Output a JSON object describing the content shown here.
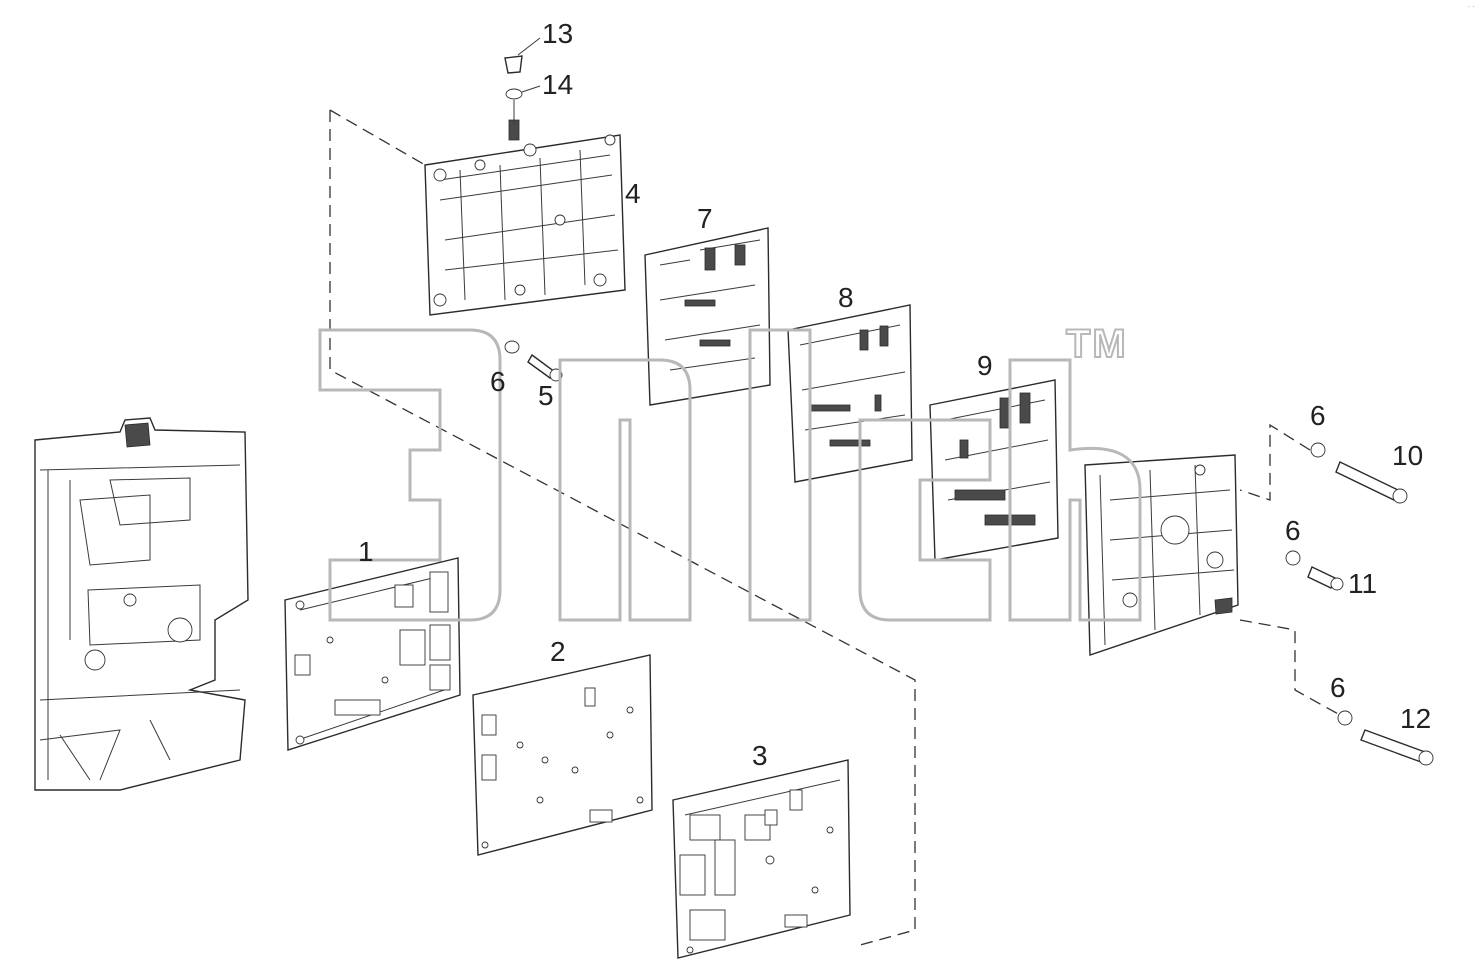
{
  "callouts": {
    "n1": "1",
    "n2": "2",
    "n3": "3",
    "n4": "4",
    "n5": "5",
    "n6a": "6",
    "n6b": "6",
    "n6c": "6",
    "n6d": "6",
    "n7": "7",
    "n8": "8",
    "n9": "9",
    "n10": "10",
    "n11": "11",
    "n12": "12",
    "n13": "13",
    "n14": "14"
  },
  "watermark": {
    "trademark": "TM"
  },
  "colors": {
    "line": "#2b2b2b",
    "watermark": "#b8b8b8",
    "background": "#ffffff"
  }
}
